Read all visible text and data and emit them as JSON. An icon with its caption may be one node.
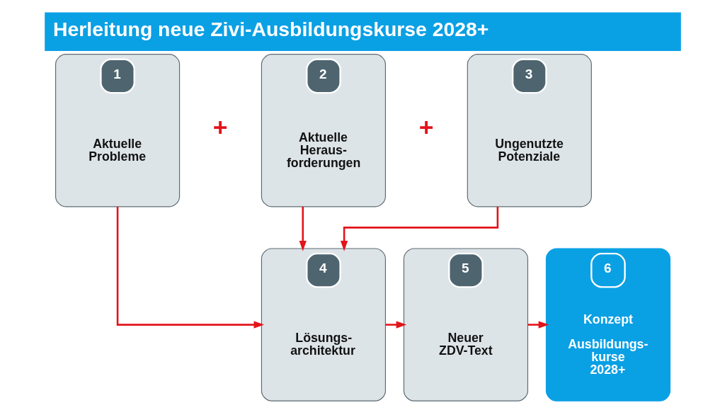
{
  "diagram": {
    "title": "Herleitung neue Zivi-Ausbildungskurse 2028+",
    "nodes": [
      {
        "text": [
          "1",
          "Aktuelle Probleme"
        ]
      },
      {
        "text": [
          "2",
          "Aktuelle Heraus- forderungen"
        ]
      },
      {
        "text": [
          "3",
          "Ungenutzte Potenziale"
        ]
      },
      {
        "text": [
          "4",
          "Lösungs- architektur"
        ]
      },
      {
        "text": [
          "5",
          "Neuer ZDV-Text"
        ]
      },
      {
        "text": [
          "6",
          "Konzept",
          "Ausbildungs- kurse 2028+"
        ]
      }
    ],
    "edges": [
      {
        "from": 0,
        "to": 3,
        "arrow": "to"
      },
      {
        "from": 1,
        "to": 3,
        "arrow": "to"
      },
      {
        "from": 2,
        "to": 3,
        "arrow": "to"
      },
      {
        "from": 3,
        "to": 4,
        "arrow": "to"
      },
      {
        "from": 4,
        "to": 5,
        "arrow": "to"
      }
    ],
    "labels": [
      "+",
      "+"
    ]
  }
}
